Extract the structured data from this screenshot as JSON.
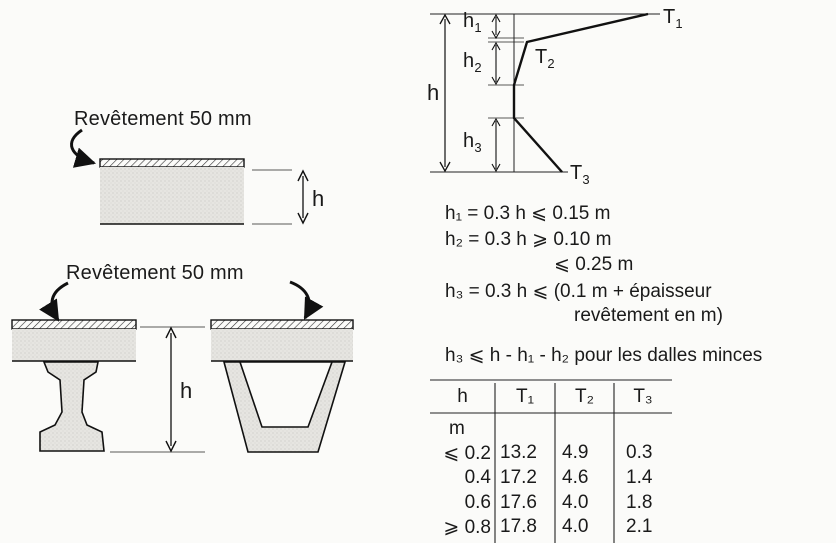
{
  "left": {
    "coating_label_top": "Revêtement 50 mm",
    "coating_label_bottom": "Revêtement 50 mm",
    "h_label_slab": "h",
    "h_label_beam": "h"
  },
  "profile": {
    "h": "h",
    "h1": "h",
    "h1_sub": "1",
    "h2": "h",
    "h2_sub": "2",
    "h3": "h",
    "h3_sub": "3",
    "T1": "T",
    "T1_sub": "1",
    "T2": "T",
    "T2_sub": "2",
    "T3": "T",
    "T3_sub": "3"
  },
  "formulas": {
    "f1": "h₁ = 0.3 h ⩽ 0.15 m",
    "f2": "h₂ = 0.3 h ⩾ 0.10 m",
    "f3": "⩽ 0.25 m",
    "f4": "h₃ = 0.3 h ⩽ (0.1 m + épaisseur",
    "f5": "revêtement en m)",
    "f6": "h₃ ⩽ h - h₁ - h₂ pour les dalles minces"
  },
  "table": {
    "headers": [
      "h",
      "T₁",
      "T₂",
      "T₃"
    ],
    "unit": "m",
    "rows": [
      [
        "⩽ 0.2",
        "13.2",
        "4.9",
        "0.3"
      ],
      [
        "0.4",
        "17.2",
        "4.6",
        "1.4"
      ],
      [
        "0.6",
        "17.6",
        "4.0",
        "1.8"
      ],
      [
        "⩾ 0.8",
        "17.8",
        "4.0",
        "2.1"
      ]
    ]
  }
}
